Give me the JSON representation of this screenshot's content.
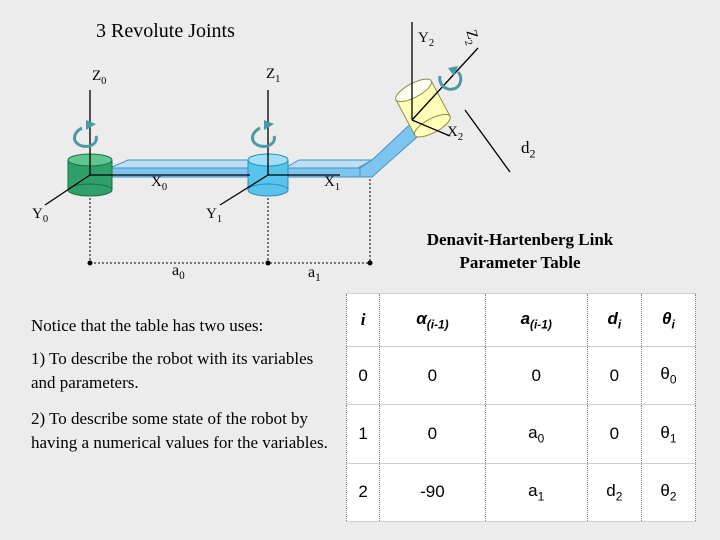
{
  "title": "3 Revolute Joints",
  "diagram": {
    "labels": {
      "z0": "Z",
      "z0_sub": "0",
      "z1": "Z",
      "z1_sub": "1",
      "y2": "Y",
      "y2_sub": "2",
      "z2": "Z",
      "z2_sub": "2",
      "x2": "X",
      "x2_sub": "2",
      "d2": "d",
      "d2_sub": "2",
      "x0": "X",
      "x0_sub": "0",
      "x1": "X",
      "x1_sub": "1",
      "y0": "Y",
      "y0_sub": "0",
      "y1": "Y",
      "y1_sub": "1",
      "a0": "a",
      "a0_sub": "0",
      "a1": "a",
      "a1_sub": "1"
    },
    "colors": {
      "joint0": "#2fa06a",
      "joint1": "#58c4ee",
      "joint2": "#ffffb8",
      "link": "#7ec4f0",
      "rotation_arrow": "#4a9aa6"
    }
  },
  "notes": {
    "intro": "Notice that the table has two uses:",
    "use1": "1) To describe the robot with its variables and parameters.",
    "use2": "2) To describe some state of the robot by having a numerical values for the variables."
  },
  "dh_table": {
    "title_line1": "Denavit-Hartenberg Link",
    "title_line2": "Parameter Table",
    "headers": [
      {
        "base": "i",
        "sub": ""
      },
      {
        "base": "α",
        "sub": "(i-1)"
      },
      {
        "base": "a",
        "sub": "(i-1)"
      },
      {
        "base": "d",
        "sub": "i"
      },
      {
        "base": "θ",
        "sub": "i"
      }
    ],
    "rows": [
      [
        {
          "base": "0",
          "sub": ""
        },
        {
          "base": "0",
          "sub": ""
        },
        {
          "base": "0",
          "sub": ""
        },
        {
          "base": "0",
          "sub": ""
        },
        {
          "base": "θ",
          "sub": "0"
        }
      ],
      [
        {
          "base": "1",
          "sub": ""
        },
        {
          "base": "0",
          "sub": ""
        },
        {
          "base": "a",
          "sub": "0"
        },
        {
          "base": "0",
          "sub": ""
        },
        {
          "base": "θ",
          "sub": "1"
        }
      ],
      [
        {
          "base": "2",
          "sub": ""
        },
        {
          "base": "-90",
          "sub": ""
        },
        {
          "base": "a",
          "sub": "1"
        },
        {
          "base": "d",
          "sub": "2"
        },
        {
          "base": "θ",
          "sub": "2"
        }
      ]
    ]
  }
}
